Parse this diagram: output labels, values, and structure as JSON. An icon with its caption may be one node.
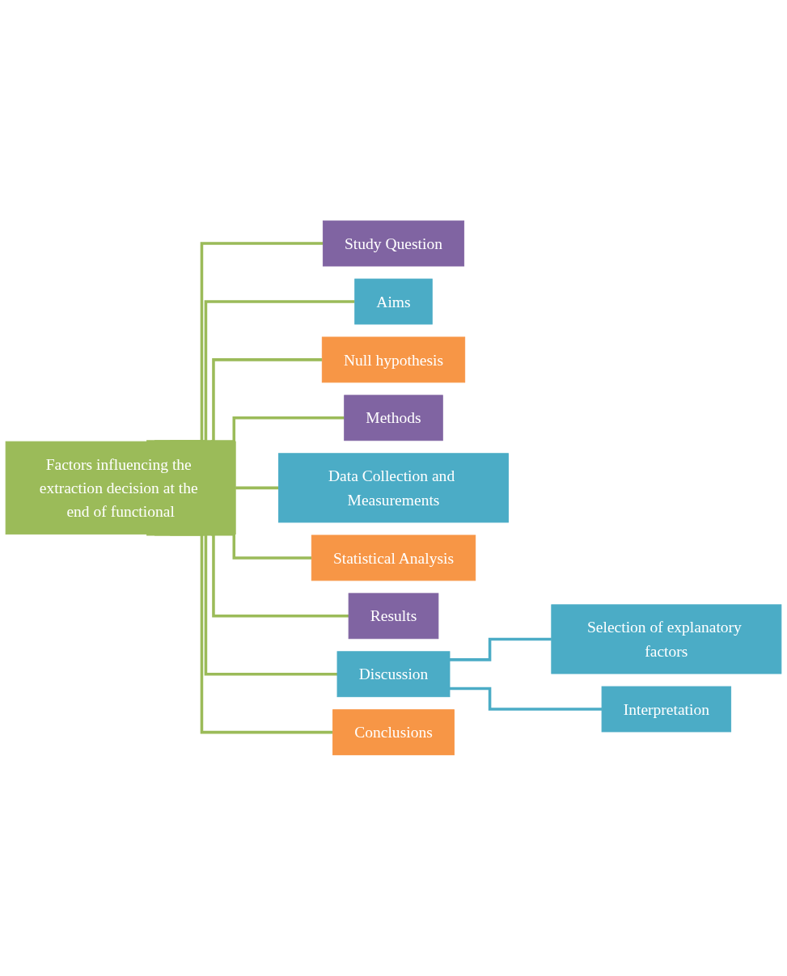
{
  "diagram": {
    "nodes": [
      {
        "text": [
          "Factors influencing the extraction decision at the end of functional"
        ]
      },
      {
        "text": [
          "Study Question"
        ]
      },
      {
        "text": [
          "Aims"
        ]
      },
      {
        "text": [
          "Null hypothesis"
        ]
      },
      {
        "text": [
          "Methods"
        ]
      },
      {
        "text": [
          "Data Collection and Measurements"
        ]
      },
      {
        "text": [
          "Statistical Analysis"
        ]
      },
      {
        "text": [
          "Results"
        ]
      },
      {
        "text": [
          "Discussion"
        ]
      },
      {
        "text": [
          "Conclusions"
        ]
      },
      {
        "text": [
          "Selection of explanatory factors"
        ]
      },
      {
        "text": [
          "Interpretation"
        ]
      }
    ],
    "edges": [
      {
        "from": 0,
        "to": 1,
        "arrow": "none"
      },
      {
        "from": 0,
        "to": 2,
        "arrow": "none"
      },
      {
        "from": 0,
        "to": 3,
        "arrow": "none"
      },
      {
        "from": 0,
        "to": 4,
        "arrow": "none"
      },
      {
        "from": 0,
        "to": 5,
        "arrow": "none"
      },
      {
        "from": 0,
        "to": 6,
        "arrow": "none"
      },
      {
        "from": 0,
        "to": 7,
        "arrow": "none"
      },
      {
        "from": 0,
        "to": 8,
        "arrow": "none"
      },
      {
        "from": 0,
        "to": 9,
        "arrow": "none"
      },
      {
        "from": 8,
        "to": 10,
        "arrow": "none",
        "color": "#4bacc6"
      },
      {
        "from": 8,
        "to": 11,
        "arrow": "none",
        "color": "#4bacc6"
      }
    ]
  }
}
